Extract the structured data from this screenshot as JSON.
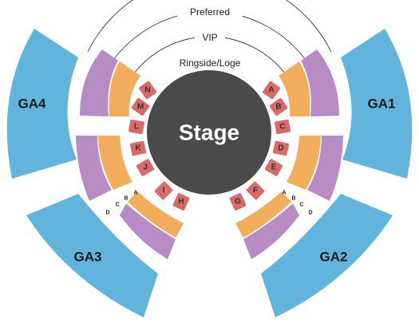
{
  "venue": {
    "stage_label": "Stage",
    "tiers": {
      "preferred": "Preferred",
      "vip": "VIP",
      "ringside": "Ringside/Loge"
    },
    "ga_sections": [
      "GA1",
      "GA2",
      "GA3",
      "GA4"
    ],
    "ringside_sections": [
      "A",
      "B",
      "C",
      "D",
      "E",
      "F",
      "G",
      "H",
      "I",
      "J",
      "K",
      "L",
      "M",
      "N"
    ],
    "row_letters": [
      "A",
      "B",
      "C",
      "D"
    ]
  },
  "colors": {
    "stage": "#4a4a4a",
    "ringside": "#d86a6a",
    "vip": "#f2ae5c",
    "preferred": "#b78cc4",
    "ga": "#63b4dd"
  }
}
